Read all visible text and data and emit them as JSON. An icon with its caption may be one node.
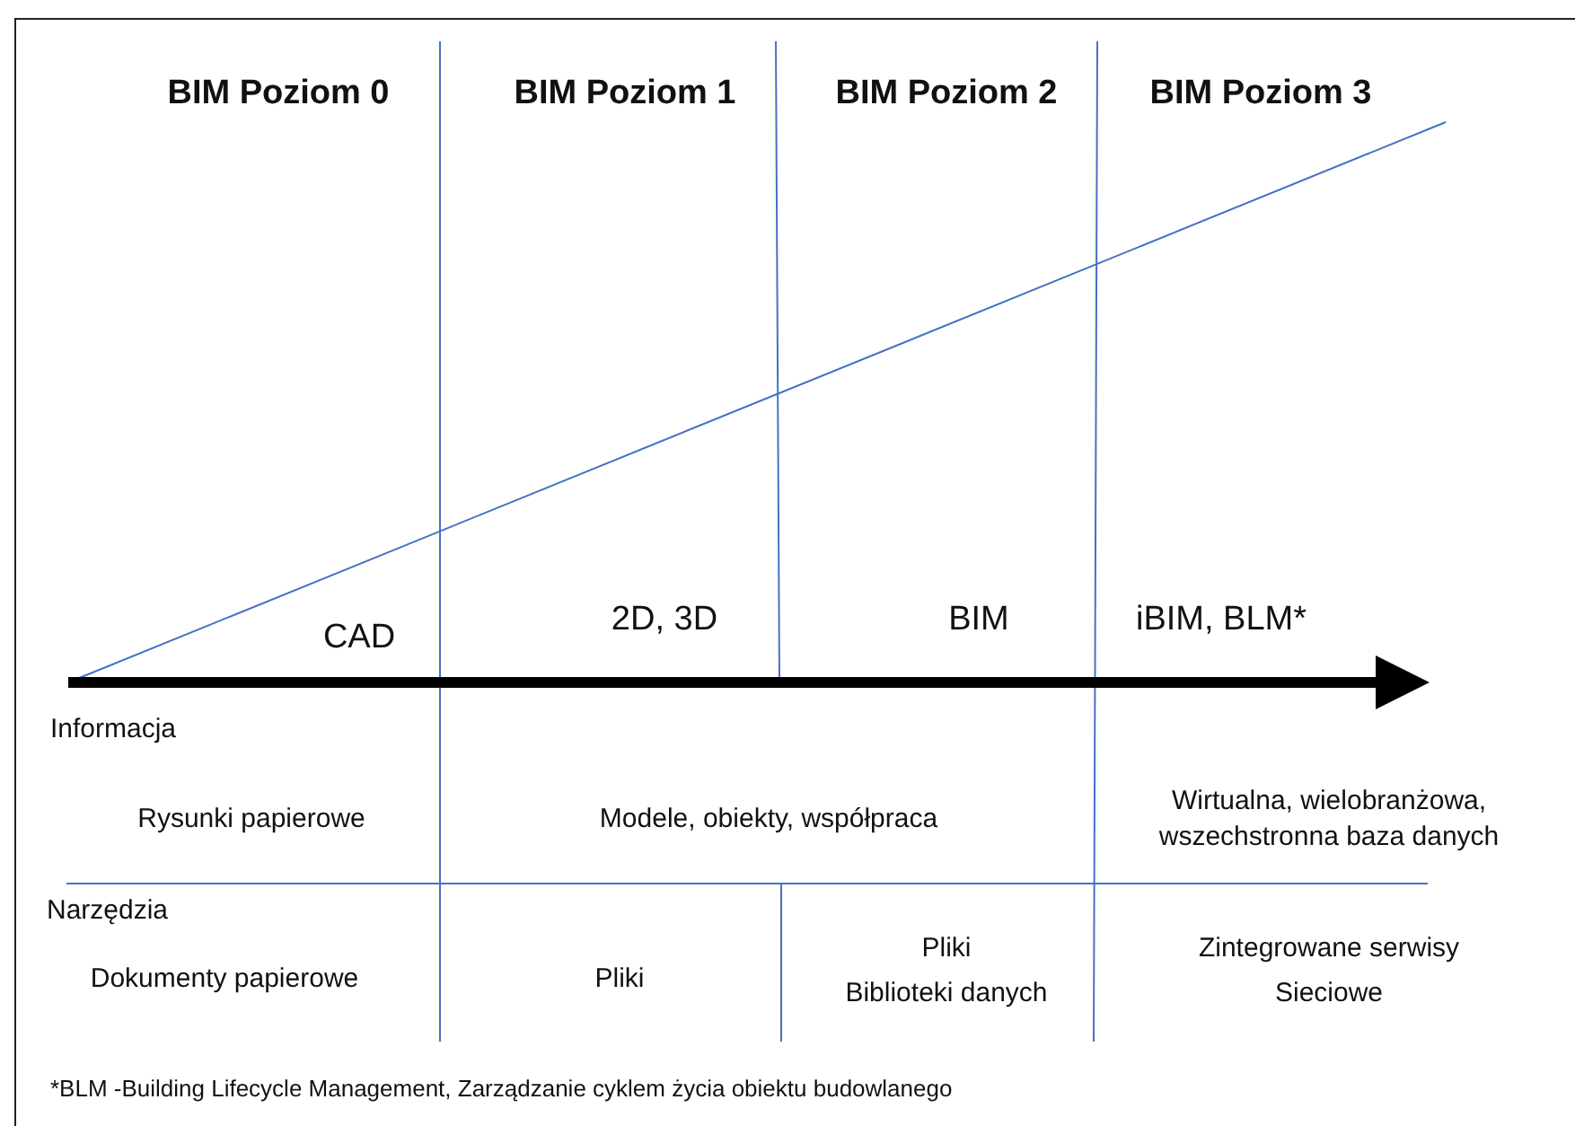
{
  "diagram": {
    "labels": [
      "BIM Poziom 0",
      "BIM Poziom 1",
      "BIM Poziom 2",
      "BIM Poziom 3",
      "CAD",
      "2D, 3D",
      "BIM",
      "iBIM, BLM*",
      "Informacja",
      "Rysunki papierowe",
      "Modele, obiekty, współpraca",
      "Wirtualna, wielobranżowa, wszechstronna baza danych",
      "Narzędzia",
      "Dokumenty papierowe",
      "Pliki",
      "Pliki",
      "Biblioteki danych",
      "Zintegrowane serwisy",
      "Sieciowe",
      "*BLM -Building Lifecycle Management, Zarządzanie cyklem życia obiektu budowlanego"
    ]
  }
}
